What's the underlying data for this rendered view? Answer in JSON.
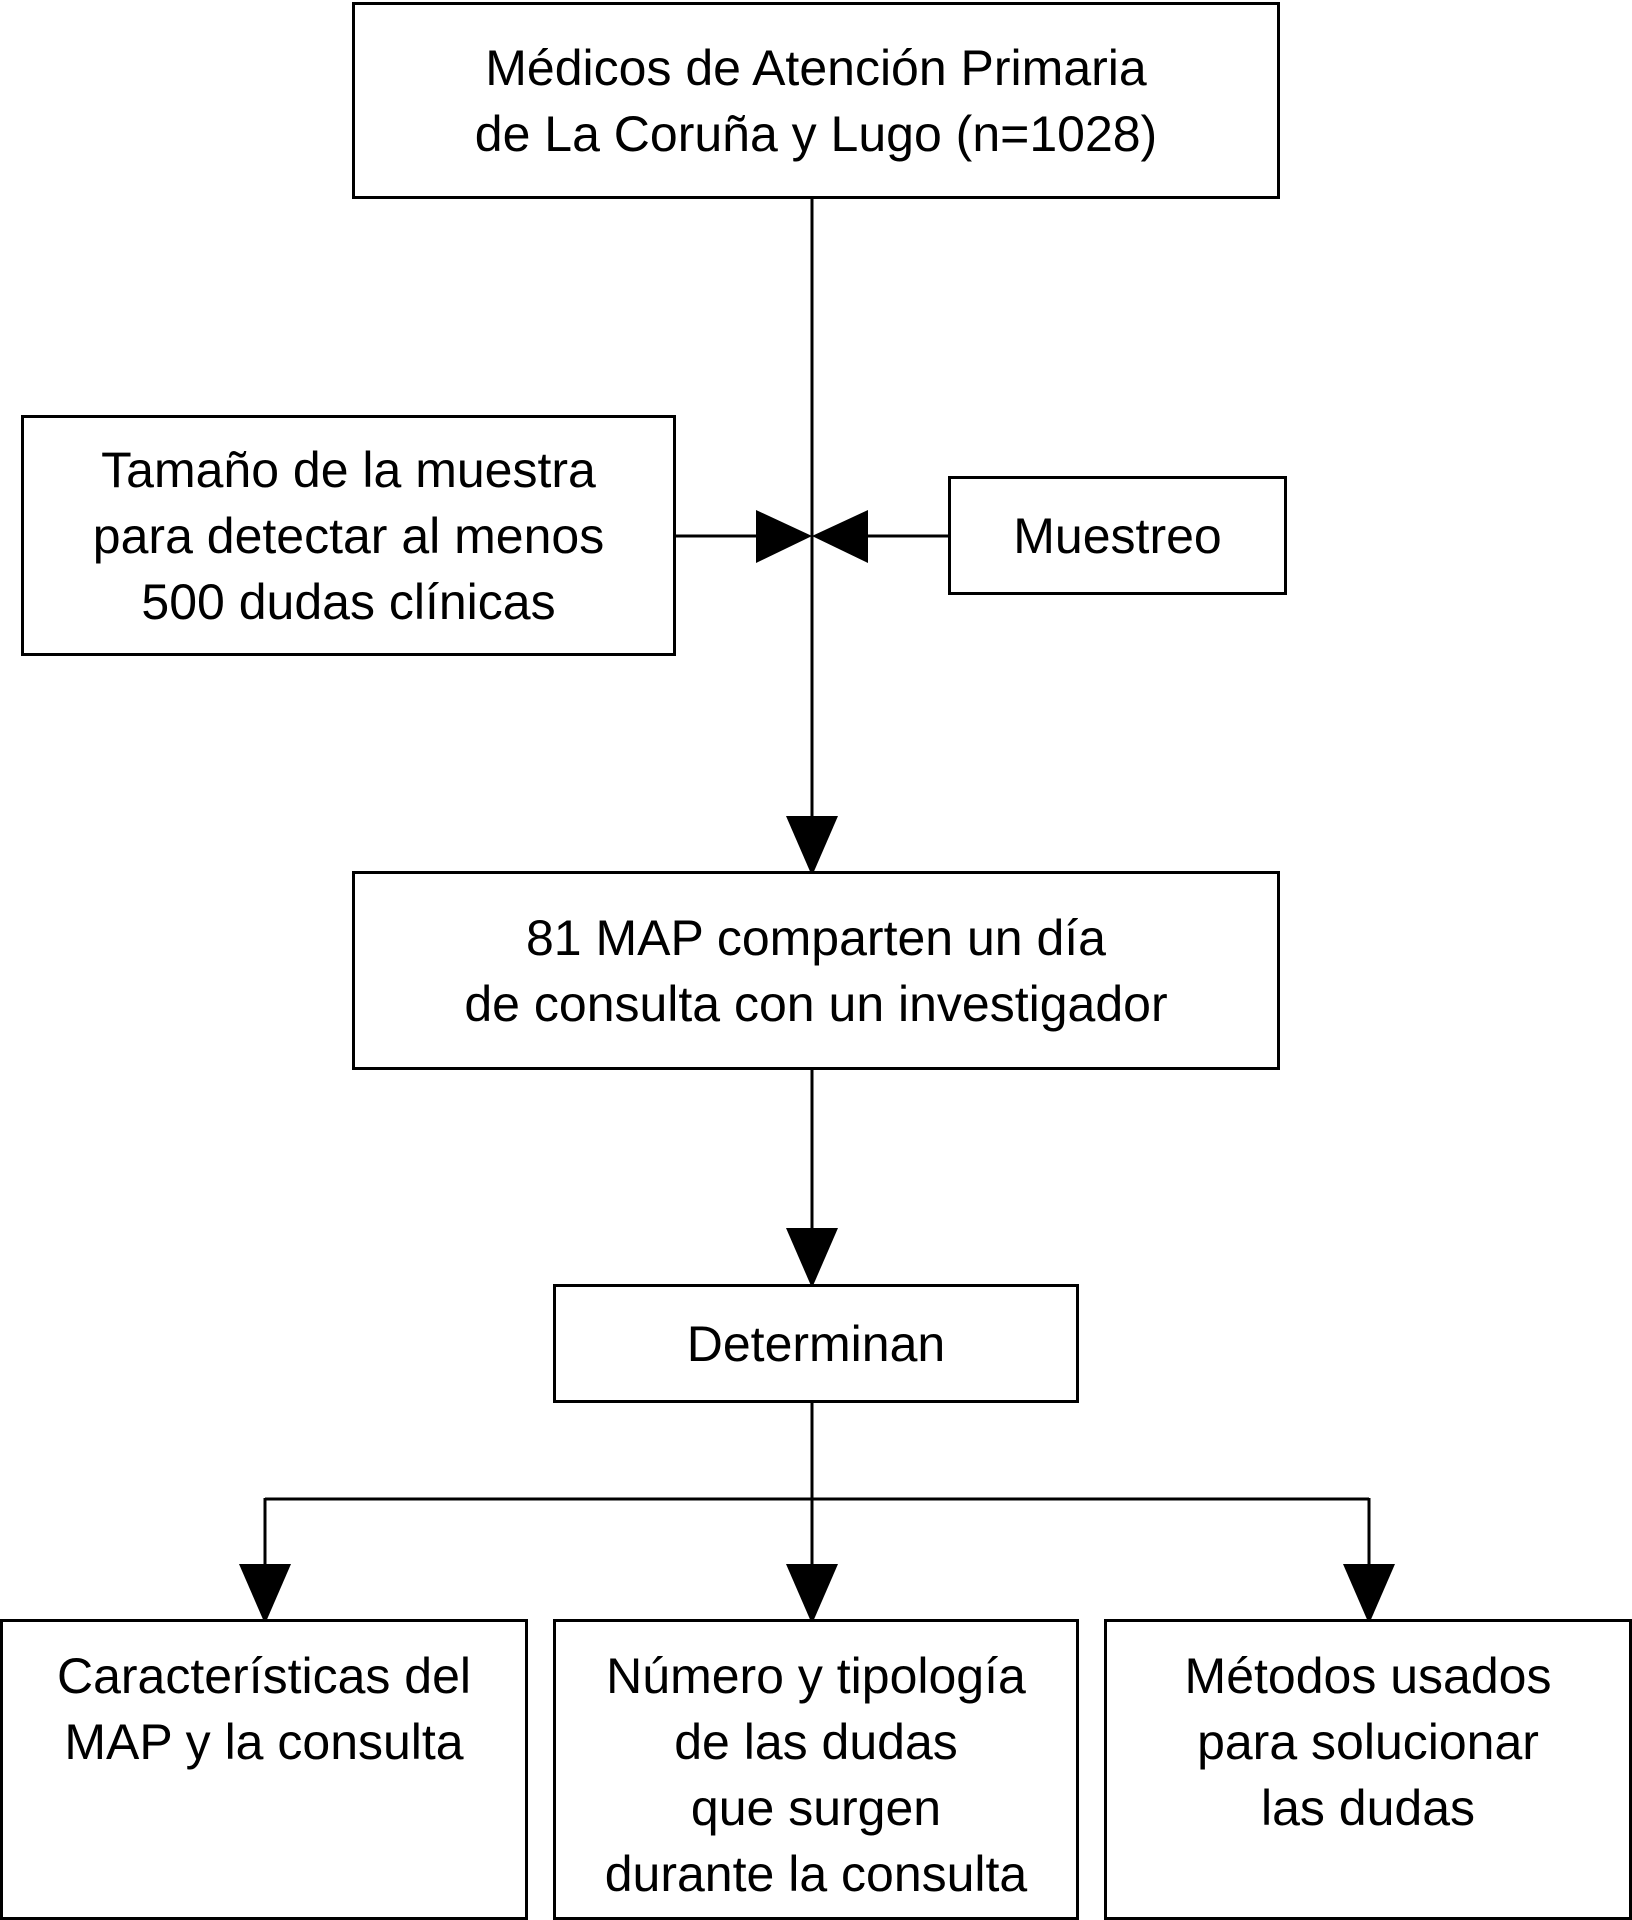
{
  "diagram": {
    "nodes": {
      "population": "Médicos de Atención Primaria\nde La Coruña y Lugo (n=1028)",
      "sample_size": "Tamaño de la muestra\npara detectar al menos\n500 dudas clínicas",
      "sampling": "Muestreo",
      "participants": "81 MAP comparten un día\nde consulta con un investigador",
      "determine": "Determinan",
      "outcome_characteristics": "Características del\nMAP y la consulta",
      "outcome_doubts": "Número y tipología\nde las dudas\nque surgen\ndurante la consulta",
      "outcome_methods": "Métodos usados\npara solucionar\nlas dudas"
    },
    "edges": [
      {
        "from": "population",
        "to": "participants"
      },
      {
        "from": "sample_size",
        "to": "participants"
      },
      {
        "from": "sampling",
        "to": "participants"
      },
      {
        "from": "participants",
        "to": "determine"
      },
      {
        "from": "determine",
        "to": "outcome_characteristics"
      },
      {
        "from": "determine",
        "to": "outcome_doubts"
      },
      {
        "from": "determine",
        "to": "outcome_methods"
      }
    ],
    "colors": {
      "line": "#000000",
      "box_border": "#000000",
      "background": "#ffffff"
    }
  }
}
